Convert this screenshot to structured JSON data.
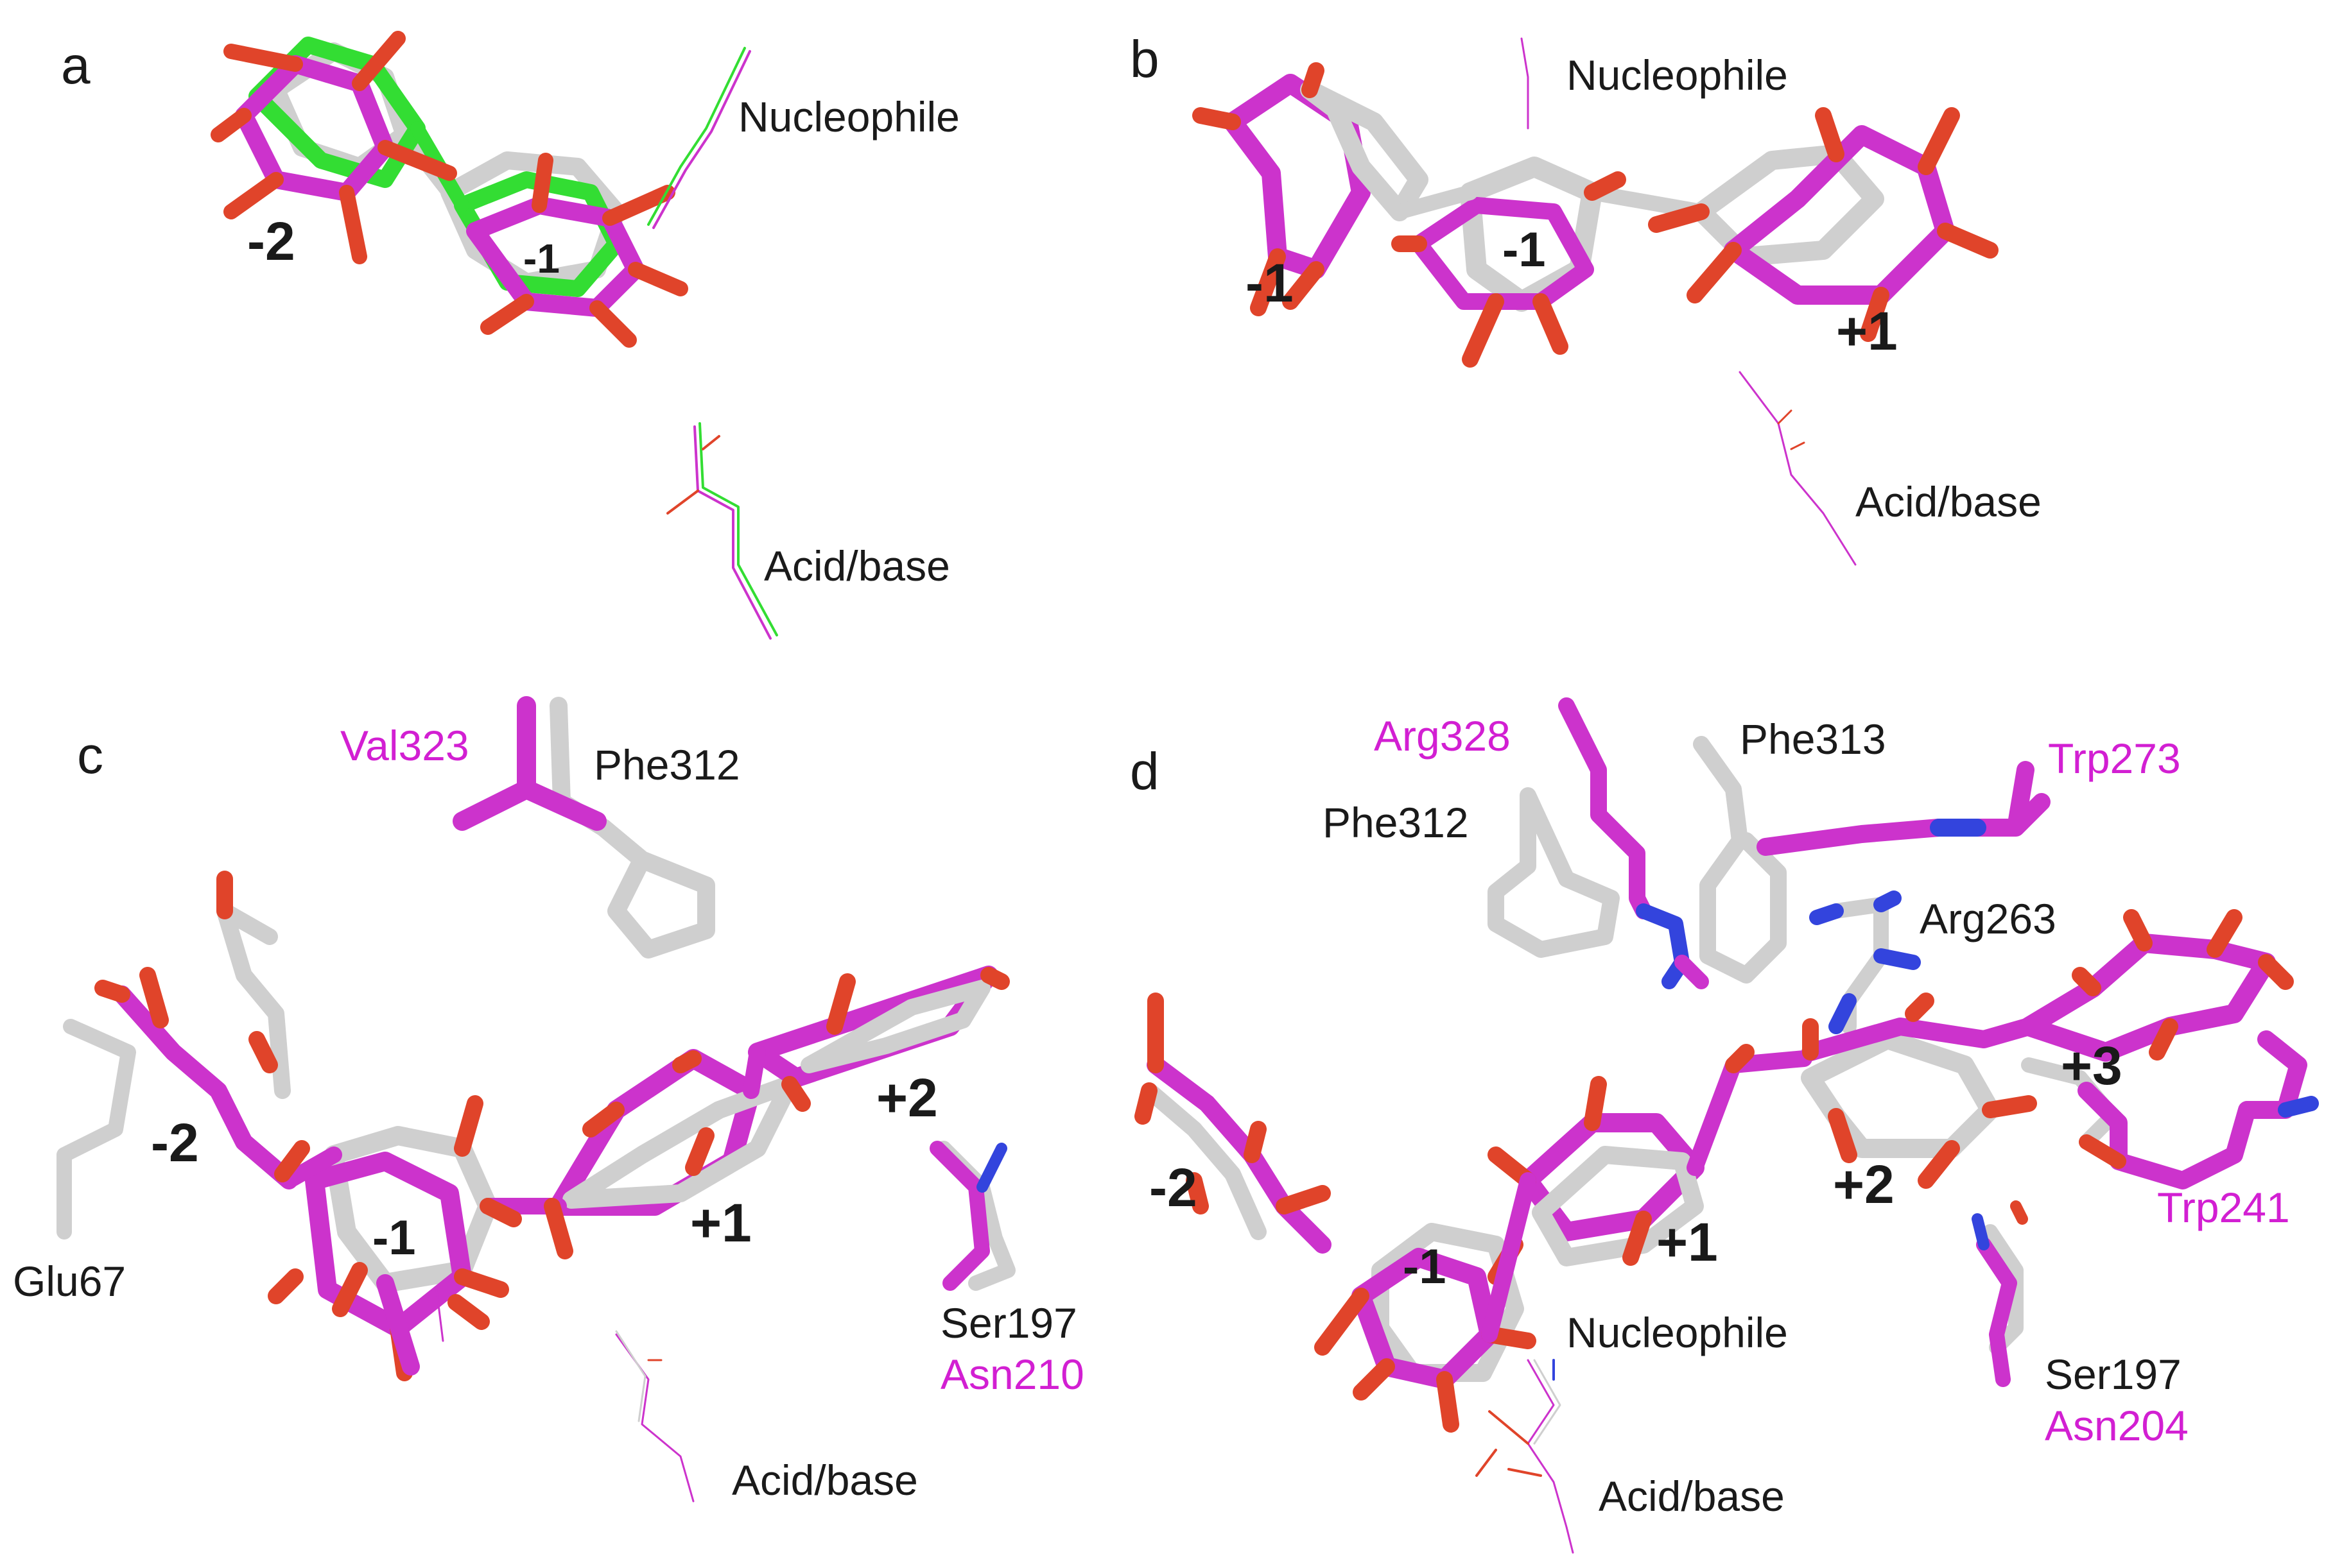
{
  "colors": {
    "magenta": "#cc33cc",
    "grey": "#cfcfcf",
    "green": "#33dd33",
    "oxygen": "#e0442a",
    "nitrogen": "#3344dd",
    "magenta_text": "#d21fd2",
    "dark_text": "#1a1a1a"
  },
  "panels": {
    "a": {
      "letter": "a",
      "subsites": [
        "-2",
        "-1"
      ],
      "labels": {
        "nucleophile": "Nucleophile",
        "acid_base": "Acid/base"
      }
    },
    "b": {
      "letter": "b",
      "subsites": [
        "-1",
        "-1",
        "+1"
      ],
      "labels": {
        "nucleophile": "Nucleophile",
        "acid_base": "Acid/base"
      }
    },
    "c": {
      "letter": "c",
      "subsites": [
        "-2",
        "-1",
        "+1",
        "+2"
      ],
      "labels": {
        "nucleophile": "",
        "acid_base": "Acid/base"
      },
      "residues": {
        "val323": "Val323",
        "phe312": "Phe312",
        "glu67": "Glu67",
        "ser197": "Ser197",
        "asn210": "Asn210"
      }
    },
    "d": {
      "letter": "d",
      "subsites": [
        "-2",
        "-1",
        "+1",
        "+2",
        "+3"
      ],
      "labels": {
        "nucleophile": "Nucleophile",
        "acid_base": "Acid/base"
      },
      "residues": {
        "arg328": "Arg328",
        "phe313": "Phe313",
        "trp273": "Trp273",
        "phe312": "Phe312",
        "arg263": "Arg263",
        "trp241": "Trp241",
        "ser197": "Ser197",
        "asn204": "Asn204"
      }
    }
  }
}
